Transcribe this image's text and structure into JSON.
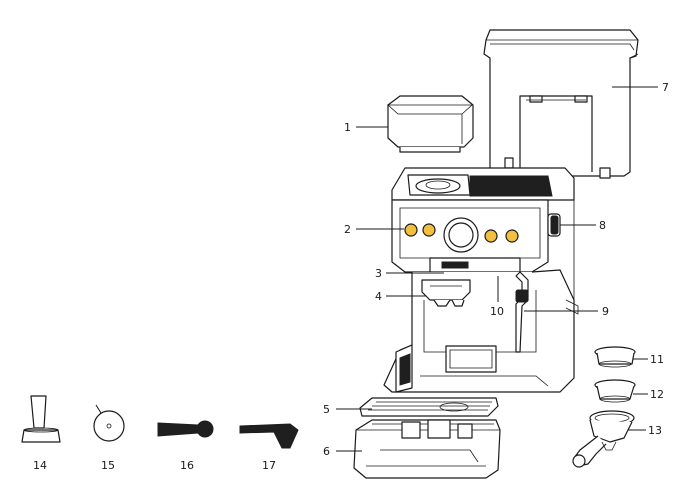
{
  "labels": {
    "l1": "1",
    "l2": "2",
    "l3": "3",
    "l4": "4",
    "l5": "5",
    "l6": "6",
    "l7": "7",
    "l8": "8",
    "l9": "9",
    "l10": "10",
    "l11": "11",
    "l12": "12",
    "l13": "13",
    "l14": "14",
    "l15": "15",
    "l16": "16",
    "l17": "17"
  },
  "colors": {
    "line": "#1a1a1a",
    "accent": "#f2c03e",
    "background": "#ffffff"
  }
}
